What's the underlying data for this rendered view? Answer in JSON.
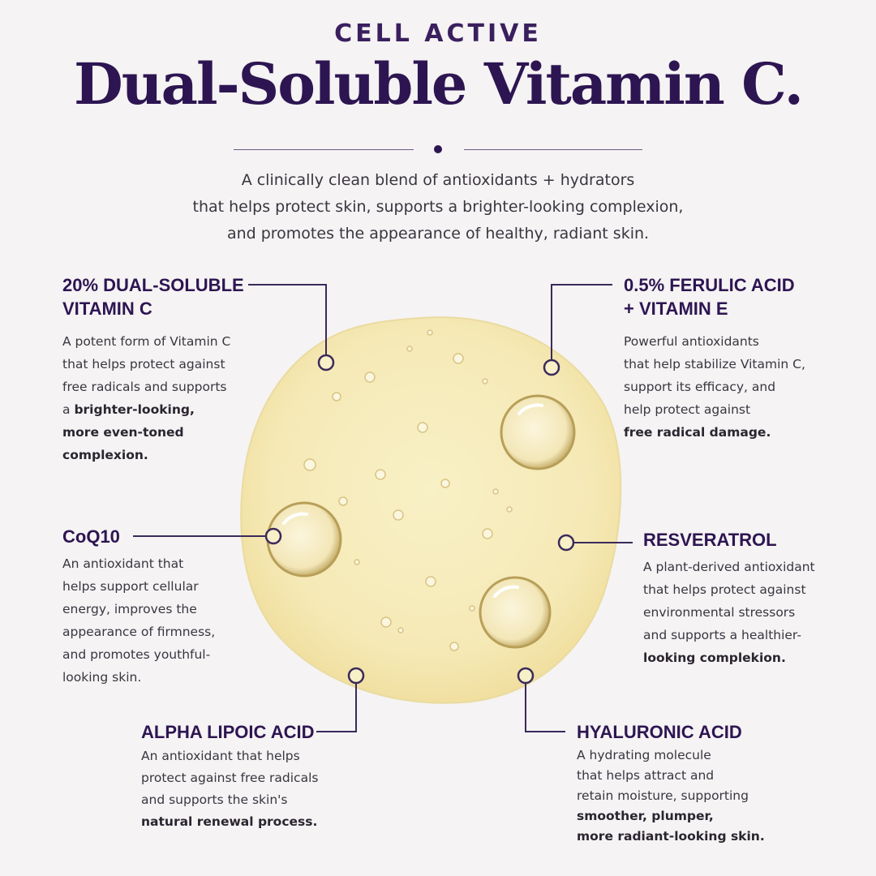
{
  "header": {
    "eyebrow": "CELL ACTIVE",
    "headline": "Dual-Soluble Vitamin C.",
    "intro_lines": [
      "A clinically clean blend of antioxidants + hydrators",
      "that helps protect skin, supports a brighter-looking complexion,",
      "and promotes the appearance of healthy, radiant skin."
    ]
  },
  "ingredients": {
    "vitamin_c": {
      "heading_lines": [
        "20% DUAL-SOLUBLE",
        "VITAMIN C"
      ],
      "text_lines": [
        "A potent form of Vitamin C",
        "that helps protect against",
        "free radicals and supports"
      ],
      "a_prefix": "a ",
      "bold_lines": [
        "brighter-looking,",
        "more even-toned",
        "complexion."
      ]
    },
    "ferulic": {
      "heading_lines": [
        "0.5% FERULIC ACID",
        "+ VITAMIN E"
      ],
      "text_lines": [
        "Powerful antioxidants",
        "that help stabilize Vitamin C,",
        "support its efficacy, and",
        "help protect against"
      ],
      "bold_lines": [
        "free radical damage."
      ]
    },
    "coq10": {
      "heading": "CoQ10",
      "text_lines": [
        "An antioxidant that",
        "helps support cellular",
        "energy, improves the",
        "appearance of firmness,",
        "and promotes youthful-",
        "looking skin."
      ]
    },
    "resveratrol": {
      "heading": "RESVERATROL",
      "text_lines": [
        "A plant-derived antioxidant",
        "that helps protect against",
        "environmental stressors",
        "and supports a healthier-"
      ],
      "bold_lines": [
        "looking complekion."
      ]
    },
    "alpha_lipoic": {
      "heading": "ALPHA LIPOIC ACID",
      "text_lines": [
        "An antioxidant that helps",
        "protect against free radicals",
        "and supports the skin's"
      ],
      "bold_lines": [
        "natural renewal process."
      ]
    },
    "hyaluronic": {
      "heading": "HYALURONIC ACID",
      "text_lines": [
        "A hydrating molecule",
        "that helps attract and",
        "retain moisture, supporting"
      ],
      "bold_lines": [
        "smoother, plumper,",
        "more radiant-looking skin."
      ]
    }
  },
  "colors": {
    "background": "#f5f3f3",
    "heading_purple": "#2d1552",
    "connector": "#3a2a5c",
    "serum": "#f6ecc0"
  },
  "icons": [
    "serum-swatch-icon",
    "bubble-icon",
    "connector-dot-icon"
  ]
}
